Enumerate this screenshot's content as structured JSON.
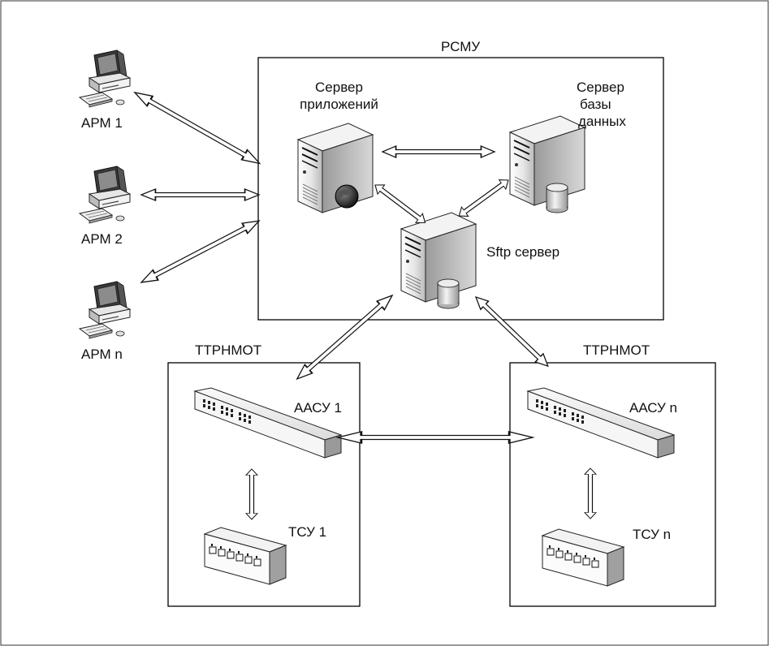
{
  "rsmu": {
    "title": "РСМУ"
  },
  "servers": {
    "app": {
      "label_line1": "Сервер",
      "label_line2": "приложений"
    },
    "db": {
      "label_line1": "Сервер",
      "label_line2": "базы",
      "label_line3": "данных"
    },
    "sftp": {
      "label": "Sftp сервер"
    }
  },
  "workstations": [
    {
      "label": "АРМ 1"
    },
    {
      "label": "АРМ 2"
    },
    {
      "label": "АРМ n"
    }
  ],
  "sites": [
    {
      "title": "ТТРНМОТ",
      "aasu": "ААСУ 1",
      "tsu": "ТСУ 1"
    },
    {
      "title": "ТТРНМОТ",
      "aasu": "ААСУ n",
      "tsu": "ТСУ n"
    }
  ],
  "icons": {
    "workstation": "computer-icon",
    "server": "server-tower-icon",
    "database": "database-cylinder-icon",
    "globe": "globe-icon",
    "switch": "network-switch-icon",
    "terminal": "terminal-device-icon"
  }
}
